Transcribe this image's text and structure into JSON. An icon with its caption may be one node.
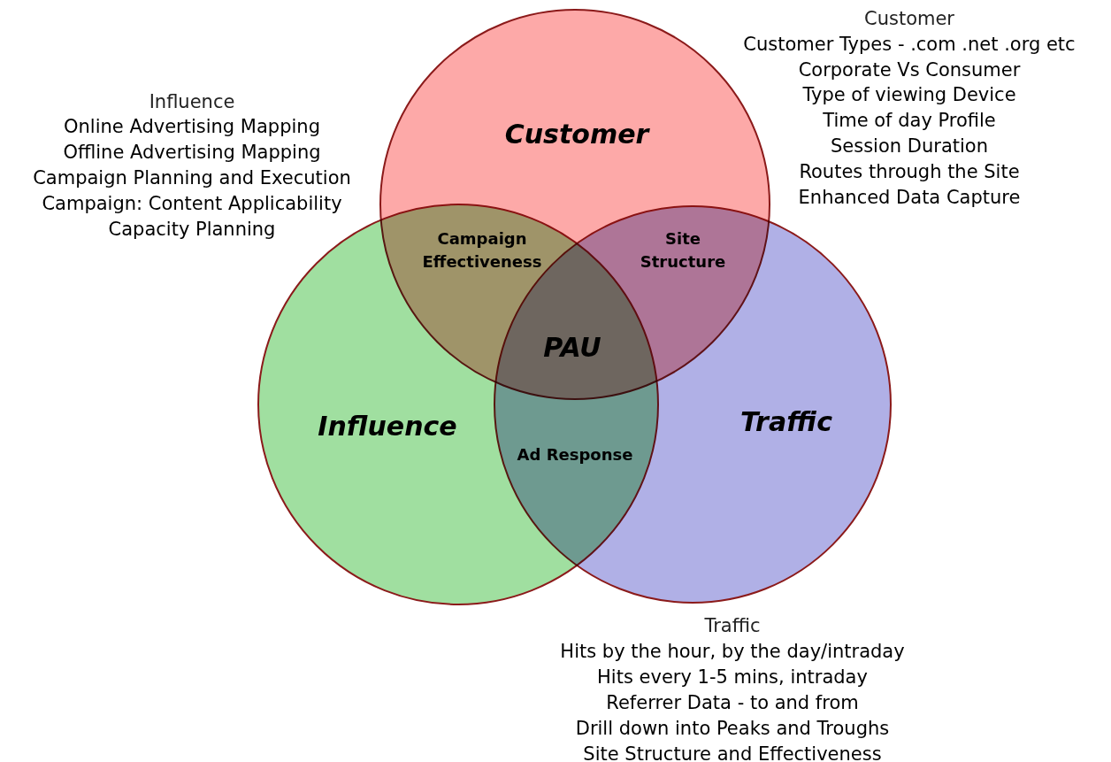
{
  "diagram": {
    "nodes": [
      {
        "text": [
          "Customer"
        ]
      },
      {
        "text": [
          "Influence"
        ]
      },
      {
        "text": [
          "Traffic"
        ]
      }
    ],
    "labels": [
      "Influence",
      "Online Advertising Mapping",
      "Offline Advertising Mapping",
      "Campaign Planning and Execution",
      "Campaign: Content Applicability",
      "Capacity Planning",
      "Customer",
      "Customer Types - .com .net .org etc",
      "Corporate Vs Consumer",
      "Type of viewing Device",
      "Time of day Profile",
      "Session Duration",
      "Routes through the Site",
      "Enhanced Data Capture",
      "Campaign Effectiveness",
      "Site Structure",
      "PAU",
      "Ad Response",
      "Traffic",
      "Hits by the hour, by the day/intraday",
      "Hits every 1-5 mins, intraday",
      "Referrer Data - to and from",
      "Drill down into Peaks and Troughs",
      "Site Structure and Effectiveness"
    ]
  }
}
